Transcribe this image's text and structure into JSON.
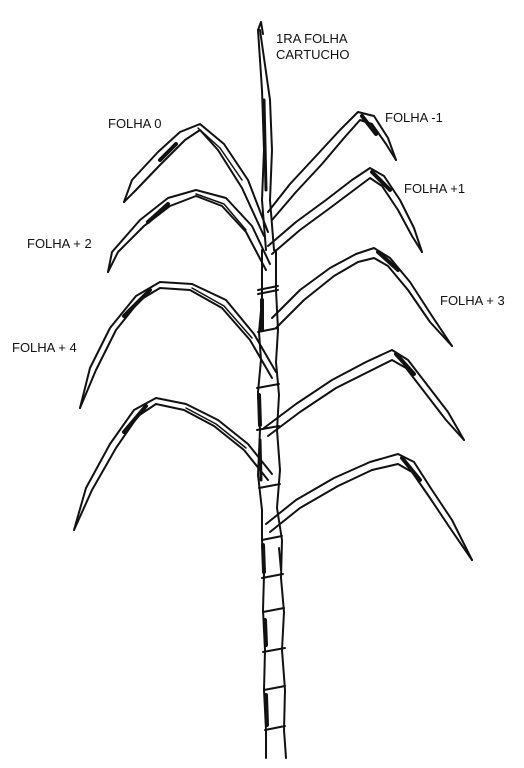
{
  "labels": {
    "cartucho_line1": "1RA FOLHA",
    "cartucho_line2": "CARTUCHO",
    "folha_0": "FOLHA 0",
    "folha_minus_1": "FOLHA -1",
    "folha_plus_1": "FOLHA +1",
    "folha_plus_2": "FOLHA + 2",
    "folha_plus_3": "FOLHA + 3",
    "folha_plus_4": "FOLHA + 4"
  },
  "colors": {
    "ink": "#111111",
    "background": "#ffffff"
  }
}
